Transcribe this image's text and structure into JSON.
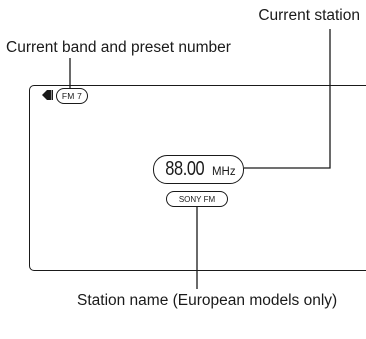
{
  "callouts": {
    "current_station": "Current station",
    "current_band": "Current band and preset number",
    "station_name": "Station name (European models only)"
  },
  "display": {
    "band_preset": "FM 7",
    "frequency": "88.00",
    "frequency_unit": "MHz",
    "station_name": "SONY FM",
    "icon": "tuner-icon"
  },
  "colors": {
    "line": "#1a1a1a",
    "background": "#ffffff"
  }
}
